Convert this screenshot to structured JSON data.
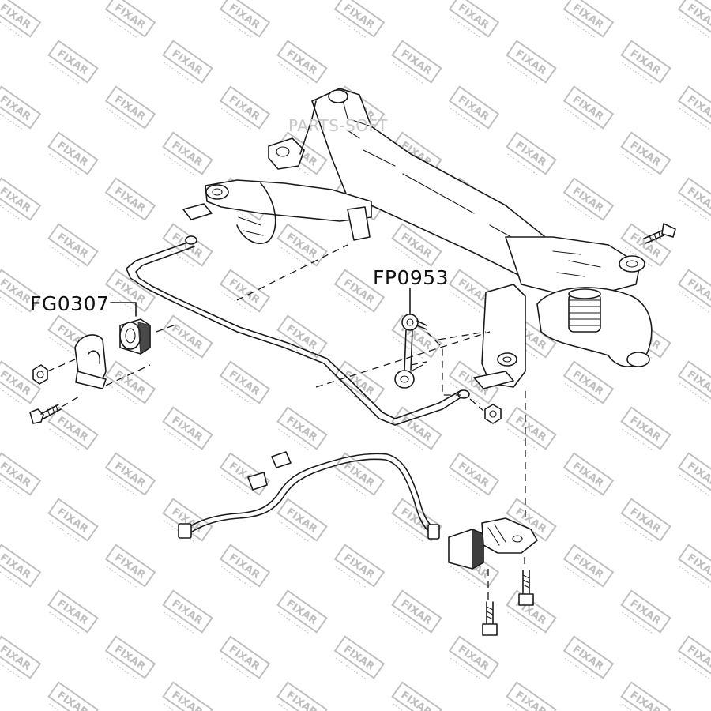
{
  "watermark": {
    "text": "FIXAR",
    "color": "#bfbfbf"
  },
  "overlay": {
    "text": "PARTS-SOFT",
    "color": "#c8c8c8"
  },
  "labels": {
    "fg0307": "FG0307",
    "fp0953": "FP0953"
  },
  "colors": {
    "line": "#1a1a1a",
    "background": "#ffffff"
  }
}
